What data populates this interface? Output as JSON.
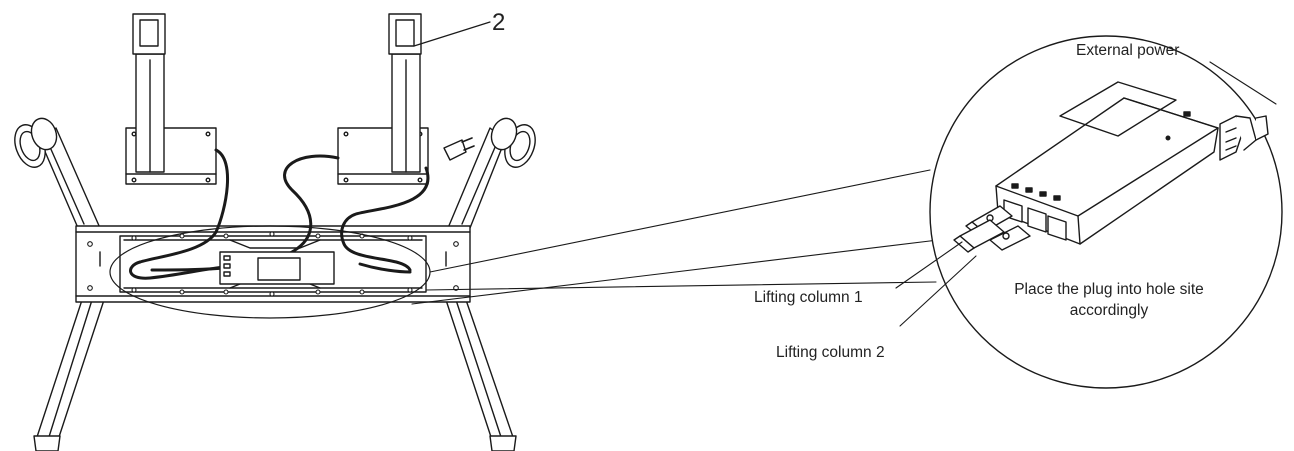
{
  "callouts": {
    "part_number": "2",
    "external_power": "External power",
    "lifting_column_1": "Lifting column 1",
    "lifting_column_2": "Lifting column 2",
    "instruction": "Place the plug into hole site accordingly"
  },
  "colors": {
    "line": "#1a1a1a",
    "background": "#ffffff",
    "text": "#222222"
  }
}
